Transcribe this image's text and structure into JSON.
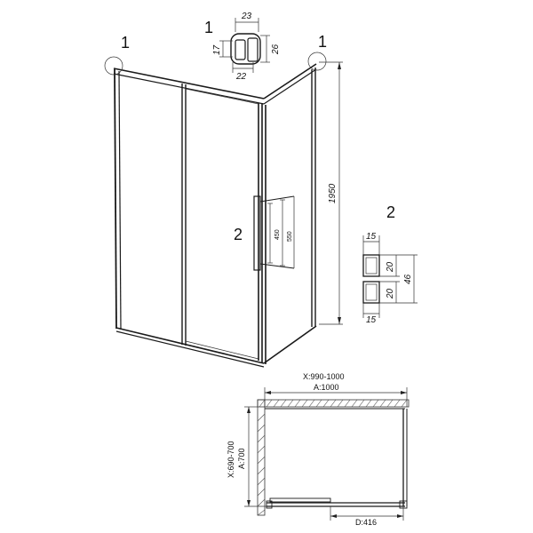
{
  "callouts": {
    "left_corner": "1",
    "profile_top": "1",
    "right_corner": "1",
    "handle": "2",
    "seal_detail": "2"
  },
  "profile_dims": {
    "top": "23",
    "left": "17",
    "right": "26",
    "bottom": "22"
  },
  "handle_dims": {
    "inner": "450",
    "outer": "550"
  },
  "height_dim": "1950",
  "seal_dims": {
    "top_width": "15",
    "upper_height": "20",
    "lower_height": "20",
    "total_height": "46",
    "bottom_width": "15"
  },
  "plan_dims": {
    "x_range": "X:990-1000",
    "a_width": "A:1000",
    "x_depth": "X:690-700",
    "a_depth": "A:700",
    "door_opening": "D:416"
  }
}
